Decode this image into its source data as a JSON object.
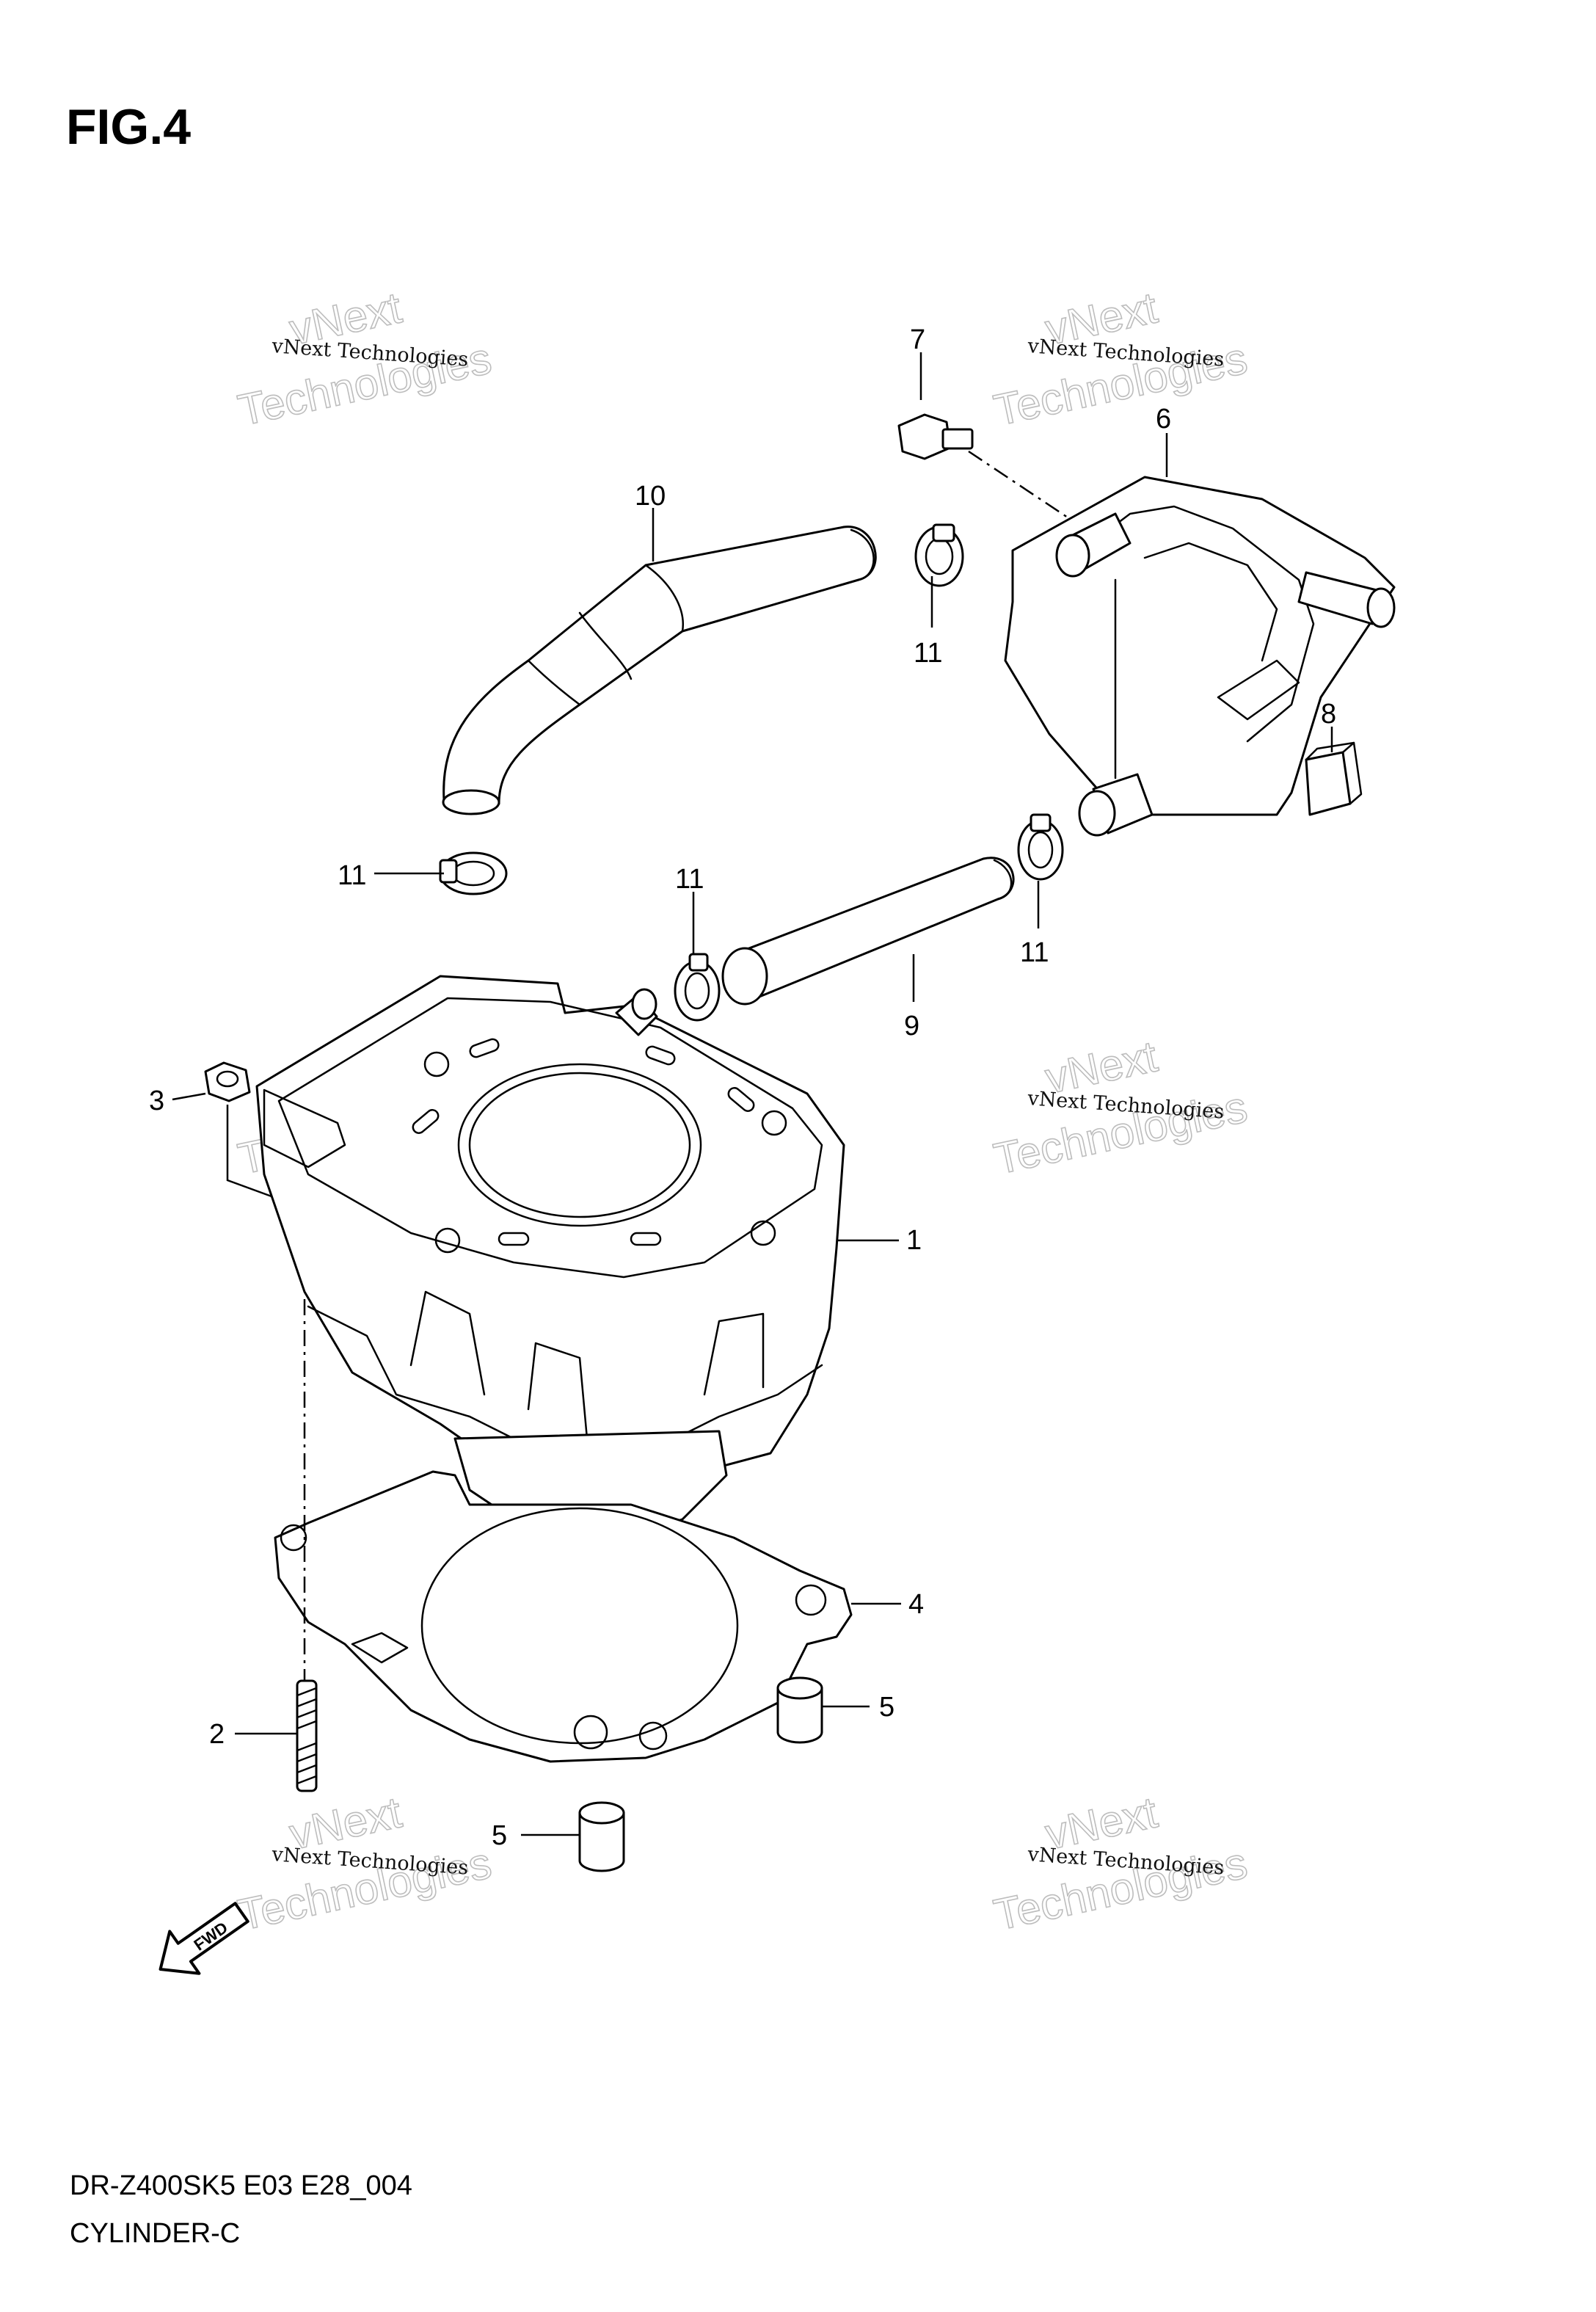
{
  "figure": {
    "title": "FIG.4"
  },
  "callouts": {
    "p1": "1",
    "p2": "2",
    "p3": "3",
    "p4": "4",
    "p5a": "5",
    "p5b": "5",
    "p6": "6",
    "p7": "7",
    "p8": "8",
    "p9": "9",
    "p10": "10",
    "p11a": "11",
    "p11b": "11",
    "p11c": "11",
    "p11d": "11"
  },
  "watermark": {
    "line1": "vNext Technologies",
    "line2": "vNext",
    "line3": "Technologies"
  },
  "footer": {
    "model_code": "DR-Z400SK5 E03 E28_004",
    "section": "CYLINDER-C"
  },
  "fwd_badge": {
    "label": "FWD"
  }
}
